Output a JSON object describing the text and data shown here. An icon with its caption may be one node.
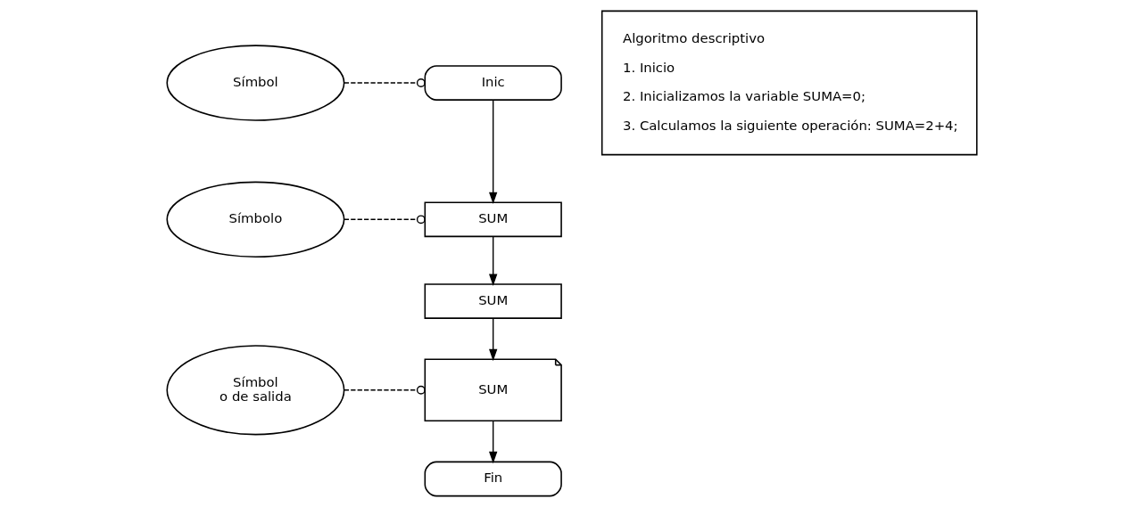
{
  "diagram": {
    "nodes": [
      {
        "text": [
          "Símbol"
        ]
      },
      {
        "text": [
          "Inic"
        ]
      },
      {
        "text": [
          "SUM"
        ]
      },
      {
        "text": [
          "Símbolo"
        ]
      },
      {
        "text": [
          "SUM"
        ]
      },
      {
        "text": [
          "Símbol",
          "o de salida"
        ]
      },
      {
        "text": [
          "SUM"
        ]
      },
      {
        "text": [
          "Fin"
        ]
      },
      {
        "text": [
          "Algoritmo descriptivo",
          "1. Inicio",
          "2. Inicializamos la variable SUMA=0;",
          "3. Calculamos la siguiente operación: SUMA=2+4;"
        ]
      }
    ],
    "edges": [
      {
        "from": 0,
        "to": 1,
        "arrow": "other",
        "style": "dashed"
      },
      {
        "from": 1,
        "to": 2,
        "arrow": "to"
      },
      {
        "from": 3,
        "to": 2,
        "arrow": "other",
        "style": "dashed"
      },
      {
        "from": 2,
        "to": 4,
        "arrow": "to"
      },
      {
        "from": 4,
        "to": 6,
        "arrow": "to"
      },
      {
        "from": 5,
        "to": 6,
        "arrow": "other",
        "style": "dashed"
      },
      {
        "from": 6,
        "to": 7,
        "arrow": "to"
      }
    ]
  }
}
